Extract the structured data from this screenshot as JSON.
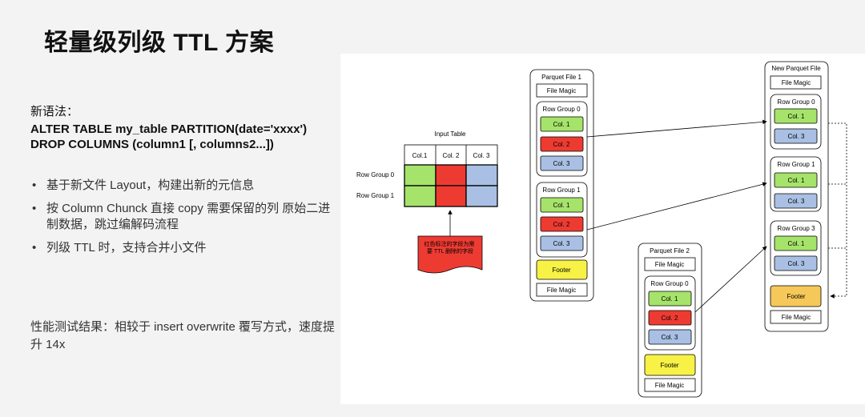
{
  "slide": {
    "title": "轻量级列级 TTL 方案",
    "syntax_label": "新语法：",
    "code_lines": [
      "ALTER TABLE my_table PARTITION(date='xxxx')",
      "DROP COLUMNS (column1 [, columns2...])"
    ],
    "bullets": [
      "基于新文件 Layout，构建出新的元信息",
      "按 Column Chunck 直接 copy 需要保留的列 原始二进制数据，跳过编解码流程",
      "列级 TTL 时，支持合并小文件"
    ],
    "perf_text": "性能测试结果：相较于 insert overwrite 覆写方式，速度提升 14x"
  },
  "diagram": {
    "input_table": {
      "title": "Input Table",
      "columns": [
        "Col.1",
        "Col. 2",
        "Col. 3"
      ],
      "rows": [
        "Row Group 0",
        "Row Group 1"
      ],
      "note": "红色标注的字段为需要 TTL 删除的字段"
    },
    "parquet_file_1": {
      "title": "Parquet File 1",
      "magic": "File Magic",
      "footer": "Footer",
      "row_groups": [
        {
          "label": "Row Group 0",
          "cols": [
            "Col. 1",
            "Col. 2",
            "Col. 3"
          ]
        },
        {
          "label": "Row Group 1",
          "cols": [
            "Col. 1",
            "Col. 2",
            "Col. 3"
          ]
        }
      ]
    },
    "parquet_file_2": {
      "title": "Parquet File 2",
      "magic": "File Magic",
      "footer": "Footer",
      "row_groups": [
        {
          "label": "Row Group 0",
          "cols": [
            "Col. 1",
            "Col. 2",
            "Col. 3"
          ]
        }
      ]
    },
    "new_parquet_file": {
      "title": "New Parquet File",
      "magic": "File Magic",
      "footer": "Footer",
      "row_groups": [
        {
          "label": "Row Group 0",
          "cols": [
            "Col. 1",
            "Col. 3"
          ]
        },
        {
          "label": "Row Group 1",
          "cols": [
            "Col. 1",
            "Col. 3"
          ]
        },
        {
          "label": "Row Group 3",
          "cols": [
            "Col. 1",
            "Col. 3"
          ]
        }
      ]
    },
    "colors": {
      "green": "#a6e36a",
      "red": "#ee3b32",
      "blue": "#a9c0e4",
      "yellow": "#f7f245",
      "footer_new": "#f6c859"
    }
  }
}
